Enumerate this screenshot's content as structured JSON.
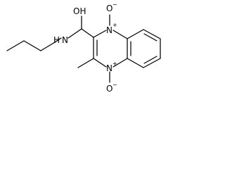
{
  "molecule": {
    "atoms": {
      "hydroxyl": "OH",
      "amide_nitrogen": "N",
      "amide_hydrogen": "H",
      "oxide_top": "O",
      "ring_n_top": "N",
      "ring_n_top_charge": "+",
      "oxide_top_charge": "−",
      "ring_n_bottom": "N",
      "ring_n_bottom_charge": "+",
      "oxide_bottom": "O",
      "oxide_bottom_charge": "−"
    }
  },
  "colors": {
    "bond": "#000000",
    "text": "#000000",
    "background": "#ffffff"
  }
}
